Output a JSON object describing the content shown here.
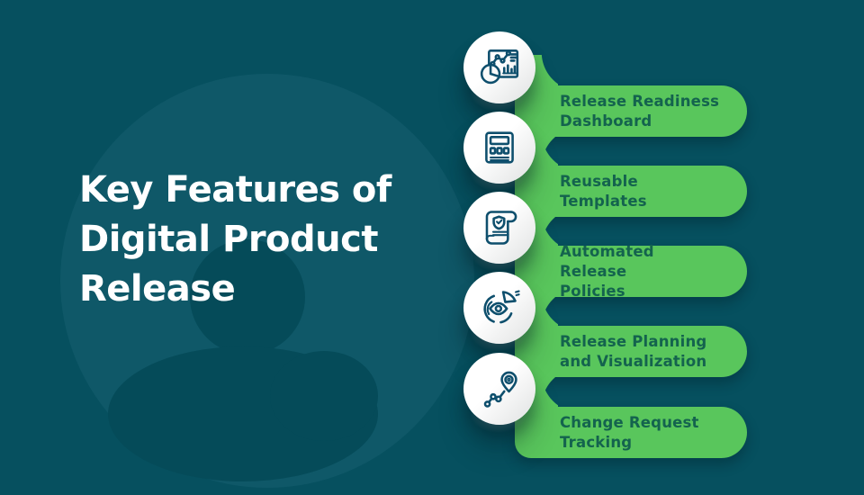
{
  "title": {
    "text": "Key Features of\nDigital Product\nRelease"
  },
  "features": {
    "items": [
      {
        "label": "Release Readiness\nDashboard",
        "icon": "dashboard-analytics-icon"
      },
      {
        "label": "Reusable Templates",
        "icon": "template-layout-icon"
      },
      {
        "label": "Automated Release\nPolicies",
        "icon": "policy-scroll-shield-icon"
      },
      {
        "label": "Release Planning\nand Visualization",
        "icon": "visualization-eye-chart-icon"
      },
      {
        "label": "Change Request\nTracking",
        "icon": "route-pin-tracking-icon"
      }
    ]
  },
  "colors": {
    "background": "#06505F",
    "watermark_light": "#0F5868",
    "watermark_dark": "#054B59",
    "banner_green": "#59C65C",
    "banner_text": "#14634E",
    "icon_stroke": "#0E4F6D",
    "icon_circle_fill": "#FFFFFF",
    "title_text": "#FFFFFF"
  }
}
